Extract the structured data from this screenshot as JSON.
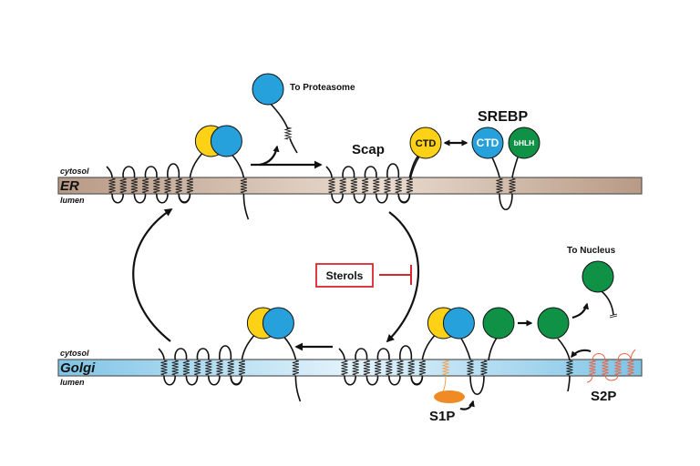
{
  "colors": {
    "er_membrane_dark": "#b89a85",
    "er_membrane_light": "#e6d6c8",
    "golgi_membrane_dark": "#7fc4e6",
    "golgi_membrane_light": "#dff0f9",
    "scap_ctd": "#fcd116",
    "srebp_ctd": "#27a1dc",
    "bhlh": "#109246",
    "s1p": "#f08a24",
    "s2p": "#e8684a",
    "sterols_box": "#d9272e"
  },
  "er": {
    "compartment_label": "ER",
    "cytosol_label": "cytosol",
    "lumen_label": "lumen"
  },
  "golgi": {
    "compartment_label": "Golgi",
    "cytosol_label": "cytosol",
    "lumen_label": "lumen"
  },
  "labels": {
    "to_proteasome": "To Proteasome",
    "scap": "Scap",
    "srebp": "SREBP",
    "scap_ctd": "CTD",
    "srebp_ctd": "CTD",
    "bhlh": "bHLH",
    "sterols": "Sterols",
    "to_nucleus": "To Nucleus",
    "s1p": "S1P",
    "s2p": "S2P"
  }
}
